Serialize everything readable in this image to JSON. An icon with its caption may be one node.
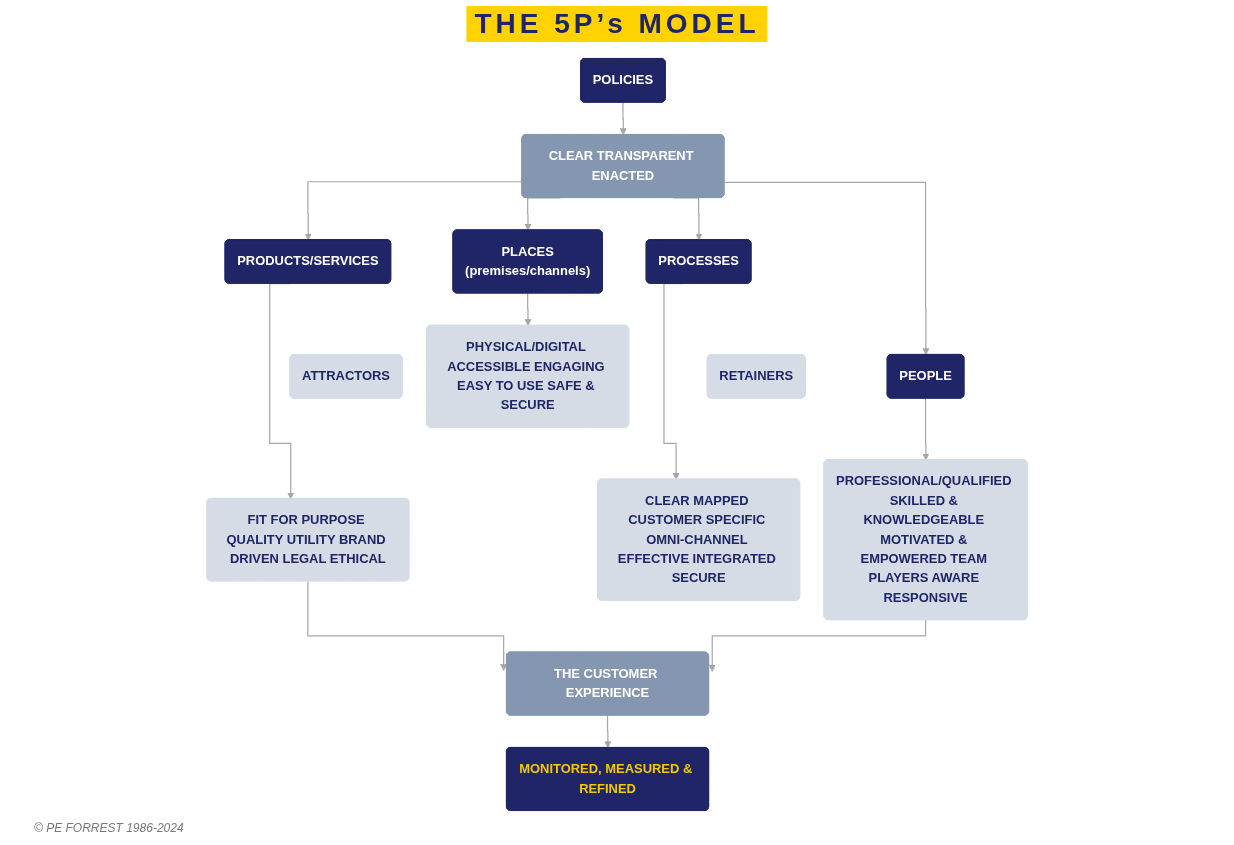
{
  "diagram": {
    "title": "THE 5P’s MODEL",
    "nodes": [
      {
        "text": [
          "POLICIES"
        ]
      },
      {
        "text": [
          "CLEAR TRANSPARENT ENACTED"
        ]
      },
      {
        "text": [
          "PRODUCTS/SERVICES"
        ]
      },
      {
        "text": [
          "PLACES",
          "(premises/channels)"
        ]
      },
      {
        "text": [
          "PROCESSES"
        ]
      },
      {
        "text": [
          "PEOPLE"
        ]
      },
      {
        "text": [
          "ATTRACTORS"
        ]
      },
      {
        "text": [
          "RETAINERS"
        ]
      },
      {
        "text": [
          "FIT FOR PURPOSE QUALITY UTILITY BRAND DRIVEN LEGAL ETHICAL"
        ]
      },
      {
        "text": [
          "PHYSICAL/DIGITAL ACCESSIBLE ENGAGING EASY TO USE SAFE & SECURE"
        ]
      },
      {
        "text": [
          "CLEAR MAPPED CUSTOMER SPECIFIC OMNI-CHANNEL EFFECTIVE INTEGRATED SECURE"
        ]
      },
      {
        "text": [
          "PROFESSIONAL/QUALIFIED SKILLED & KNOWLEDGEABLE MOTIVATED & EMPOWERED TEAM PLAYERS AWARE RESPONSIVE"
        ]
      },
      {
        "text": [
          "THE CUSTOMER EXPERIENCE"
        ]
      },
      {
        "text": [
          "MONITORED, MEASURED & REFINED"
        ]
      }
    ],
    "edges": [
      {
        "from": 0,
        "to": 1,
        "arrow": "to"
      },
      {
        "from": 1,
        "to": 2,
        "arrow": "to"
      },
      {
        "from": 1,
        "to": 3,
        "arrow": "to"
      },
      {
        "from": 1,
        "to": 4,
        "arrow": "to"
      },
      {
        "from": 1,
        "to": 5,
        "arrow": "to"
      },
      {
        "from": 2,
        "to": 8,
        "arrow": "to"
      },
      {
        "from": 3,
        "to": 9,
        "arrow": "to"
      },
      {
        "from": 4,
        "to": 10,
        "arrow": "to"
      },
      {
        "from": 5,
        "to": 11,
        "arrow": "to"
      },
      {
        "from": 8,
        "to": 12,
        "arrow": "to"
      },
      {
        "from": 11,
        "to": 12,
        "arrow": "to"
      },
      {
        "from": 12,
        "to": 13,
        "arrow": "to"
      }
    ],
    "labels": [
      "© PE FORREST 1986-2024"
    ]
  }
}
